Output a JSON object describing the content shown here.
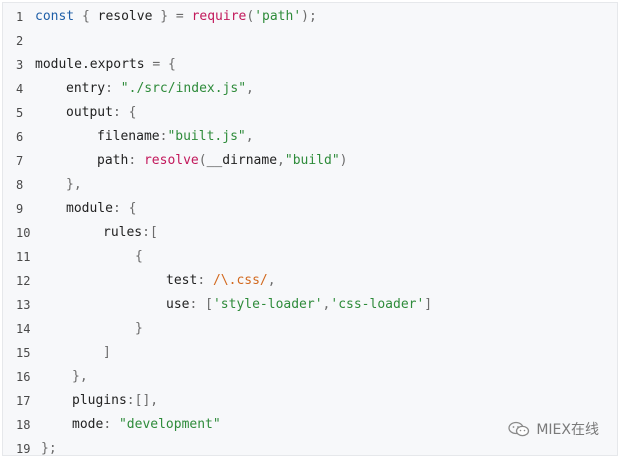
{
  "editor": {
    "lines": [
      {
        "n": "1",
        "indent": 0,
        "tokens": [
          {
            "t": "const",
            "c": "kw"
          },
          {
            "t": " { ",
            "c": "pu"
          },
          {
            "t": "resolve",
            "c": "pl"
          },
          {
            "t": " } = ",
            "c": "pu"
          },
          {
            "t": "require",
            "c": "fn"
          },
          {
            "t": "(",
            "c": "pu"
          },
          {
            "t": "'path'",
            "c": "st"
          },
          {
            "t": ");",
            "c": "pu"
          }
        ]
      },
      {
        "n": "2",
        "indent": 0,
        "tokens": []
      },
      {
        "n": "3",
        "indent": 0,
        "tokens": [
          {
            "t": "module.exports",
            "c": "pl"
          },
          {
            "t": " = {",
            "c": "pu"
          }
        ]
      },
      {
        "n": "4",
        "indent": 31,
        "tokens": [
          {
            "t": "entry",
            "c": "pl"
          },
          {
            "t": ": ",
            "c": "pu"
          },
          {
            "t": "\"./src/index.js\"",
            "c": "st"
          },
          {
            "t": ",",
            "c": "pu"
          }
        ]
      },
      {
        "n": "5",
        "indent": 31,
        "tokens": [
          {
            "t": "output",
            "c": "pl"
          },
          {
            "t": ": {",
            "c": "pu"
          }
        ]
      },
      {
        "n": "6",
        "indent": 62,
        "tokens": [
          {
            "t": "filename",
            "c": "pl"
          },
          {
            "t": ":",
            "c": "pu"
          },
          {
            "t": "\"built.js\"",
            "c": "st"
          },
          {
            "t": ",",
            "c": "pu"
          }
        ]
      },
      {
        "n": "7",
        "indent": 62,
        "tokens": [
          {
            "t": "path",
            "c": "pl"
          },
          {
            "t": ": ",
            "c": "pu"
          },
          {
            "t": "resolve",
            "c": "fn"
          },
          {
            "t": "(",
            "c": "pu"
          },
          {
            "t": "__dirname",
            "c": "pl"
          },
          {
            "t": ",",
            "c": "pu"
          },
          {
            "t": "\"build\"",
            "c": "st"
          },
          {
            "t": ")",
            "c": "pu"
          }
        ]
      },
      {
        "n": "8",
        "indent": 31,
        "tokens": [
          {
            "t": "},",
            "c": "pu"
          }
        ]
      },
      {
        "n": "9",
        "indent": 31,
        "tokens": [
          {
            "t": "module",
            "c": "pl"
          },
          {
            "t": ": {",
            "c": "pu"
          }
        ]
      },
      {
        "n": "10",
        "indent": 68,
        "tokens": [
          {
            "t": "rules",
            "c": "pl"
          },
          {
            "t": ":[",
            "c": "pu"
          }
        ]
      },
      {
        "n": "11",
        "indent": 100,
        "tokens": [
          {
            "t": "{",
            "c": "pu"
          }
        ]
      },
      {
        "n": "12",
        "indent": 131,
        "tokens": [
          {
            "t": "test",
            "c": "pl"
          },
          {
            "t": ": ",
            "c": "pu"
          },
          {
            "t": "/\\.css/",
            "c": "rx"
          },
          {
            "t": ",",
            "c": "pu"
          }
        ]
      },
      {
        "n": "13",
        "indent": 131,
        "tokens": [
          {
            "t": "use",
            "c": "pl"
          },
          {
            "t": ": [",
            "c": "pu"
          },
          {
            "t": "'style-loader'",
            "c": "st"
          },
          {
            "t": ",",
            "c": "pu"
          },
          {
            "t": "'css-loader'",
            "c": "st"
          },
          {
            "t": "]",
            "c": "pu"
          }
        ]
      },
      {
        "n": "14",
        "indent": 100,
        "tokens": [
          {
            "t": "}",
            "c": "pu"
          }
        ]
      },
      {
        "n": "15",
        "indent": 68,
        "tokens": [
          {
            "t": "]",
            "c": "pu"
          }
        ]
      },
      {
        "n": "16",
        "indent": 37,
        "tokens": [
          {
            "t": "},",
            "c": "pu"
          }
        ]
      },
      {
        "n": "17",
        "indent": 37,
        "tokens": [
          {
            "t": "plugins",
            "c": "pl"
          },
          {
            "t": ":[],",
            "c": "pu"
          }
        ]
      },
      {
        "n": "18",
        "indent": 37,
        "tokens": [
          {
            "t": "mode",
            "c": "pl"
          },
          {
            "t": ": ",
            "c": "pu"
          },
          {
            "t": "\"development\"",
            "c": "st"
          }
        ]
      },
      {
        "n": "19",
        "indent": 6,
        "tokens": [
          {
            "t": "};",
            "c": "pu"
          }
        ]
      }
    ]
  },
  "watermark": {
    "text": "MIEX在线",
    "icon": "wechat-icon"
  }
}
